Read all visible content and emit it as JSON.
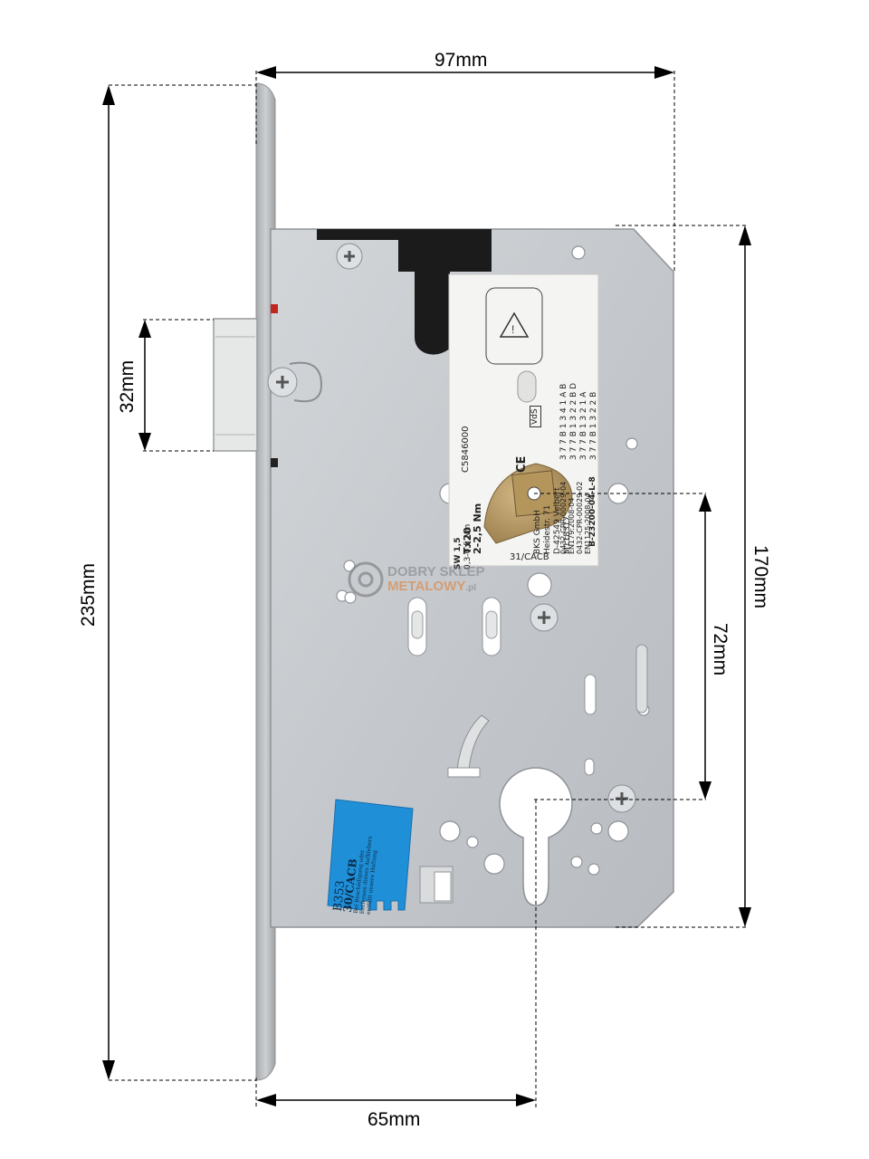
{
  "dimensions": {
    "top_width": "97mm",
    "bolt_height": "32mm",
    "total_height": "235mm",
    "case_height": "170mm",
    "center_distance": "72mm",
    "backset": "65mm"
  },
  "label": {
    "maker": "BKS GmbH",
    "street": "Heidestr. 71",
    "city": "D-42549 Velbert",
    "model": "M118317",
    "torx": "Tx20",
    "torque": "2-2,5 Nm",
    "vds": "VdS",
    "ce": "CE",
    "cert_number": "C5846000",
    "cpr1": "0432-CPR-00029-04",
    "en1": "EN179:2008-04",
    "cpr2": "0432-CPR-00029-02",
    "en2": "EN1125:2008-04",
    "class1": "3 7 7 B 1 3 4 1 A B",
    "class2": "3 7 7 B 1 3 2 2 B D",
    "class3": "3 7 7 B 1 3 2 1 A",
    "class4": "3 7 7 B 1 3 2 2 B",
    "sw": "SW 1,5",
    "sw_torque": "0,3-0,5 Nm",
    "part_code": "B-23200-04-L-8",
    "variant": "31/CACB"
  },
  "sticker": {
    "code": "B353",
    "variant": "30/CACB",
    "line1": "Bei Beschädigung oder",
    "line2": "Entfernen dieses Aufklebers",
    "line3": "entfällt unsere Haftung"
  },
  "watermark": {
    "line1": "DOBRY SKLEP",
    "line2": "METALOWY",
    "suffix": ".pl"
  },
  "colors": {
    "case": "#c9cdd1",
    "faceplate": "#b9bcbe",
    "sticker": "#1f8fd8",
    "brass": "#b89a63",
    "black_part": "#1b1b1b"
  }
}
